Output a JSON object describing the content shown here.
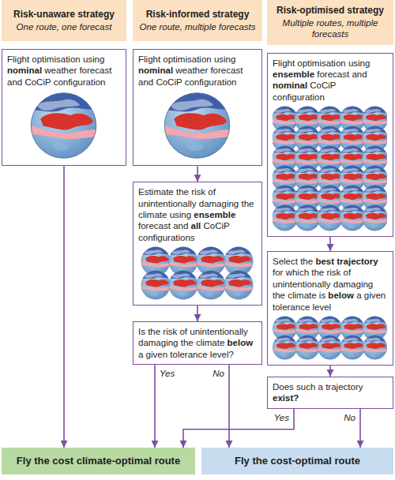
{
  "diagram": {
    "nodes": [
      {
        "text": [
          "Risk-unaware strategy",
          "One route, one forecast"
        ]
      },
      {
        "text": [
          "Risk-informed strategy",
          "One route, multiple forecasts"
        ]
      },
      {
        "text": [
          "Risk-optimised strategy",
          "Multiple routes, multiple forecasts"
        ]
      },
      {
        "text": [
          "Flight optimisation using nominal weather forecast and CoCiP configuration"
        ]
      },
      {
        "text": [
          "Flight optimisation using nominal weather forecast and CoCiP configuration"
        ]
      },
      {
        "text": [
          "Flight optimisation using ensemble forecast and nominal CoCiP configuration"
        ]
      },
      {
        "text": [
          "Estimate the risk of unintentionally damaging the climate using ensemble forecast and all CoCiP configurations"
        ]
      },
      {
        "text": [
          "Is the risk of unintentionally damaging the climate below a given tolerance level?"
        ]
      },
      {
        "text": [
          "Select the best trajectory for which the risk of unintentionally damaging the climate is below a given tolerance level"
        ]
      },
      {
        "text": [
          "Does such a trajectory exist?"
        ]
      },
      {
        "text": [
          "Fly the cost climate-optimal route"
        ]
      },
      {
        "text": [
          "Fly the cost-optimal route"
        ]
      }
    ],
    "edges": [
      {
        "from": 3,
        "to": 10,
        "arrow": "to"
      },
      {
        "from": 4,
        "to": 6,
        "arrow": "to"
      },
      {
        "from": 6,
        "to": 7,
        "arrow": "to"
      },
      {
        "from": 7,
        "to": 10,
        "label": "Yes",
        "arrow": "to"
      },
      {
        "from": 7,
        "to": 11,
        "label": "No",
        "arrow": "to"
      },
      {
        "from": 5,
        "to": 8,
        "arrow": "to"
      },
      {
        "from": 8,
        "to": 9,
        "arrow": "to"
      },
      {
        "from": 9,
        "to": 10,
        "label": "Yes",
        "arrow": "to"
      },
      {
        "from": 9,
        "to": 11,
        "label": "No",
        "arrow": "to"
      }
    ]
  }
}
